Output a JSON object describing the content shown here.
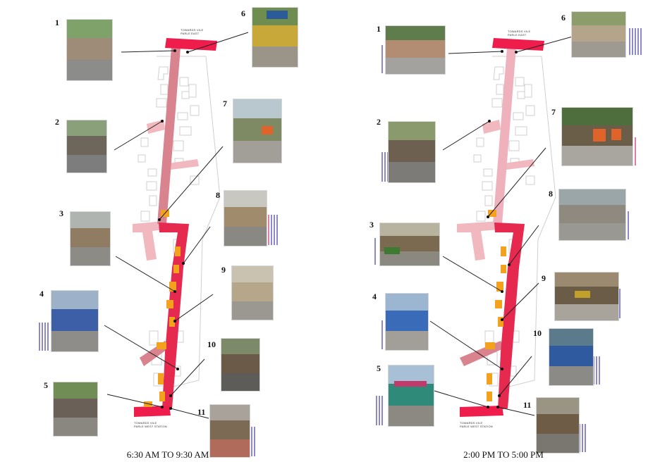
{
  "panels": {
    "morning": {
      "caption": "6:30 AM TO 9:30 AM",
      "top_label": [
        "TOWARDS VILE",
        "PARLE EAST"
      ],
      "bottom_label": [
        "TOWARDS VILE",
        "PARLE WEST STATION"
      ],
      "street_label_upper": "",
      "street_label_lower": "",
      "markers": [
        "1",
        "2",
        "3",
        "4",
        "5",
        "6",
        "7",
        "8",
        "9",
        "10",
        "11"
      ]
    },
    "afternoon": {
      "caption": "2:00 PM TO 5:00 PM",
      "top_label": [
        "TOWARDS VILE",
        "PARLE EAST"
      ],
      "bottom_label": [
        "TOWARDS VILE",
        "PARLE WEST STATION"
      ],
      "street_label_upper": "",
      "street_label_lower": "",
      "markers": [
        "1",
        "2",
        "3",
        "4",
        "5",
        "6",
        "7",
        "8",
        "9",
        "10",
        "11"
      ]
    }
  },
  "colors": {
    "road_upper": "#d9838f",
    "road_lower": "#e5294f",
    "road_side": "#f2b8c0",
    "terminus": "#ee1d4b",
    "vendor": "#f3a21d",
    "frequency_bar": "#5a55b5",
    "pink_bar": "#d2427f",
    "building_outline": "#cfcfcf"
  },
  "vendor_frequency": {
    "morning": {
      "8": 4,
      "4": 4,
      "11": 2
    },
    "afternoon": {
      "6": 5,
      "1": 1,
      "2": 3,
      "7": 1,
      "8": 1,
      "3": 1,
      "9": 1,
      "4": 1,
      "10": 3,
      "5": 3,
      "11": 3
    }
  }
}
